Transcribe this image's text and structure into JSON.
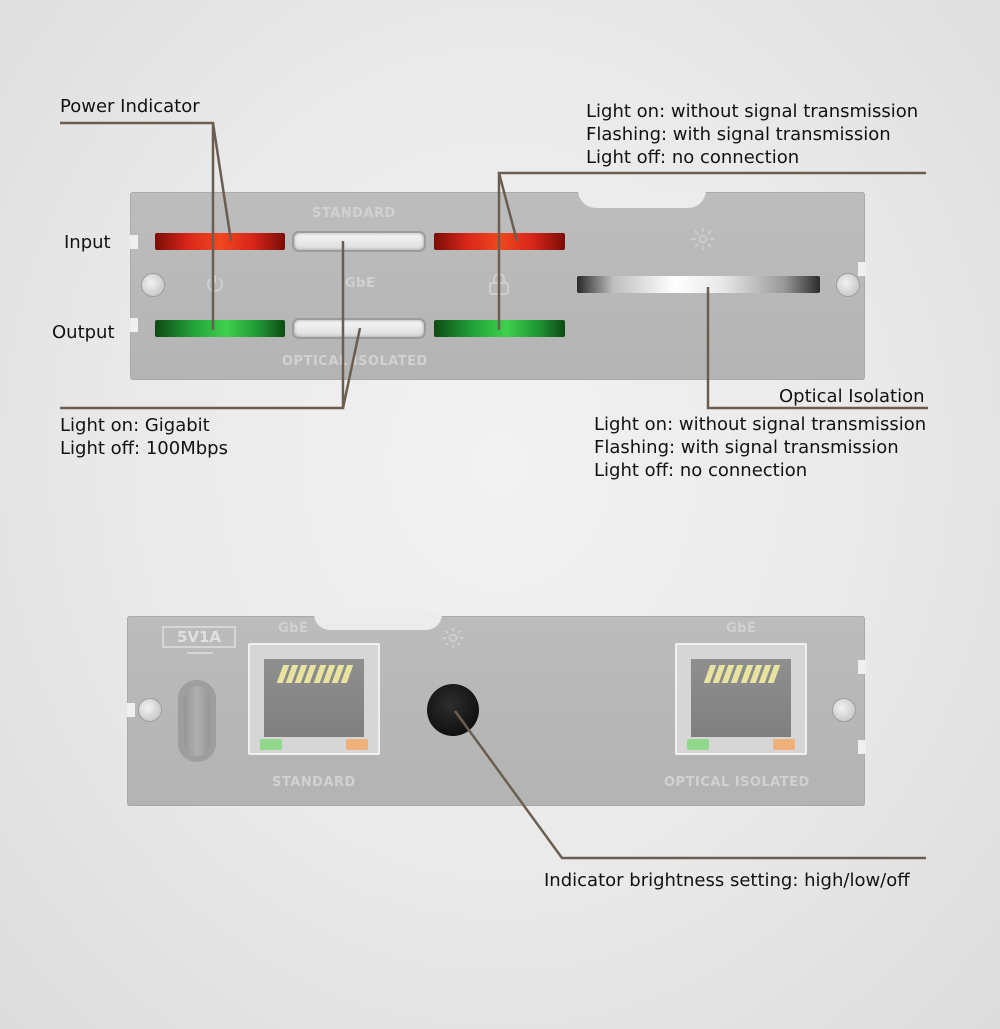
{
  "front_panel": {
    "labels": {
      "power_indicator": "Power Indicator",
      "input": "Input",
      "output": "Output",
      "optical_isolation": "Optical Isolation"
    },
    "silkscreen": {
      "standard": "STANDARD",
      "gbe": "GbE",
      "optical_isolated": "OPTICAL ISOLATED"
    },
    "gbe_callout": [
      "Light on: Gigabit",
      "Light off: 100Mbps"
    ],
    "signal_callout_top": [
      "Light on: without signal transmission",
      "Flashing: with signal transmission",
      "Light off: no connection"
    ],
    "signal_callout_bottom": [
      "Light on: without signal transmission",
      "Flashing: with signal transmission",
      "Light off: no connection"
    ],
    "led_colors": {
      "input": "#e0301c",
      "output": "#2fbd3f",
      "gbe": "#f2f2f2"
    }
  },
  "rear_panel": {
    "power_rating": "5V1A",
    "port_left_label": "GbE",
    "port_right_label": "GbE",
    "standard": "STANDARD",
    "optical_isolated": "OPTICAL ISOLATED",
    "brightness_callout": "Indicator brightness setting: high/low/off",
    "icons": [
      "usb-c-icon",
      "brightness-icon",
      "ethernet-port-icon"
    ]
  },
  "colors": {
    "leader_line": "#6b5e50"
  }
}
